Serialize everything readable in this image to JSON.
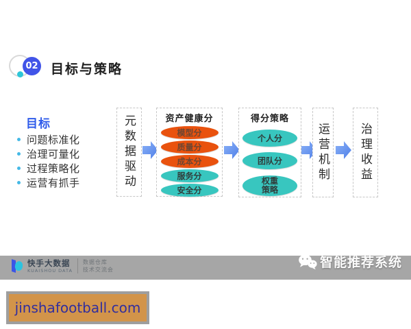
{
  "header": {
    "section_number": "02",
    "title": "目标与策略"
  },
  "goals": {
    "title": "目标",
    "items": [
      "问题标准化",
      "治理可量化",
      "过程策略化",
      "运营有抓手"
    ]
  },
  "flow": {
    "stage1": {
      "label": "元数据驱动"
    },
    "stage2": {
      "title": "资产健康分",
      "items": [
        {
          "label": "模型分",
          "color": "#e9520e"
        },
        {
          "label": "质量分",
          "color": "#e9520e"
        },
        {
          "label": "成本分",
          "color": "#e9520e"
        },
        {
          "label": "服务分",
          "color": "#38c6bf"
        },
        {
          "label": "安全分",
          "color": "#38c6bf"
        }
      ]
    },
    "stage3": {
      "title": "得分策略",
      "items": [
        {
          "label": "个人分",
          "color": "#38c6bf"
        },
        {
          "label": "团队分",
          "color": "#38c6bf"
        },
        {
          "label": "权重策略",
          "color": "#38c6bf"
        }
      ]
    },
    "stage4": {
      "label": "运营机制"
    },
    "stage5": {
      "label": "治理收益"
    }
  },
  "footer": {
    "logo": {
      "name_cn": "快手大数据",
      "name_en": "KUAISHOU DATA",
      "tagline_line1": "数据仓库",
      "tagline_line2": "技术交流会"
    },
    "watermark": {
      "icon": "wechat-icon",
      "label": "智能推荐系统"
    },
    "link": {
      "url_text": "jinshafootball.com"
    }
  },
  "colors": {
    "accent_blue": "#4154e8",
    "teal_dot": "#2ec6d8",
    "goal_title_blue": "#2e5bea",
    "arrow_blue": "#5b8df0",
    "ellipse_orange": "#e9520e",
    "ellipse_teal": "#38c6bf",
    "footer_bar_gray": "#a6a6a6",
    "link_box_orange": "#d2944a",
    "link_text_navy": "#312e9e"
  }
}
